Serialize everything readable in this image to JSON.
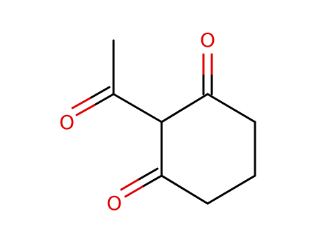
{
  "molecule": {
    "atoms": {
      "o_top": {
        "symbol": "O",
        "color": "#e00000"
      },
      "o_left": {
        "symbol": "O",
        "color": "#e00000"
      },
      "o_bottom": {
        "symbol": "O",
        "color": "#e00000"
      }
    },
    "bond_color": "#000000"
  }
}
